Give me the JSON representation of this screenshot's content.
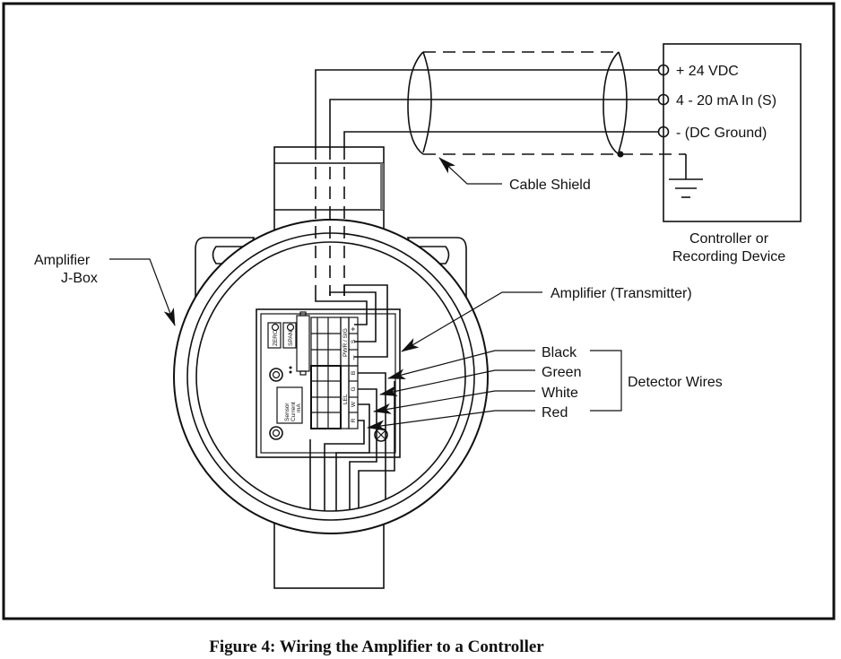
{
  "figure": {
    "caption": "Figure 4: Wiring the Amplifier to a Controller"
  },
  "controller": {
    "title_line1": "Controller or",
    "title_line2": "Recording Device",
    "terminals": [
      {
        "label": "+ 24 VDC"
      },
      {
        "label": "4 - 20 mA In (S)"
      },
      {
        "label": "- (DC Ground)"
      }
    ]
  },
  "callouts": {
    "cable_shield": "Cable Shield",
    "jbox_line1": "Amplifier",
    "jbox_line2": "J-Box",
    "amplifier": "Amplifier (Transmitter)",
    "detector_group": "Detector Wires"
  },
  "detector_wires": [
    {
      "label": "Black"
    },
    {
      "label": "Green"
    },
    {
      "label": "White"
    },
    {
      "label": "Red"
    }
  ],
  "board": {
    "zero_label": "ZERO",
    "span_label": "SPAN",
    "pwr_sig_label": "PWR / SIG",
    "lel_label": "LEL",
    "sensor_line1": "Sensor",
    "sensor_line2": "Current",
    "sensor_line3": "mA",
    "pwr_terminals": [
      "+",
      "S",
      "–"
    ],
    "lel_terminals": [
      "B",
      "G",
      "W",
      "R"
    ]
  }
}
